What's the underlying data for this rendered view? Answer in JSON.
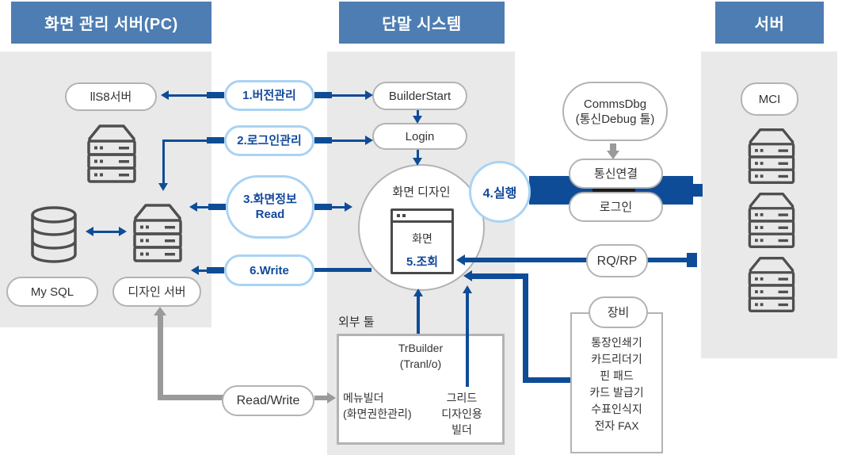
{
  "headers": {
    "left": "화면 관리 서버(PC)",
    "center": "단말 시스템",
    "right": "서버"
  },
  "pc_column": {
    "iis8": "llS8서버",
    "mysql": "My SQL",
    "design_server": "디자인 서버"
  },
  "flow_steps": {
    "step1": "1.버전관리",
    "step2": "2.로그인관리",
    "step3_line1": "3.화면정보",
    "step3_line2": "Read",
    "step4": "4.실행",
    "step5": "5.조회",
    "step6": "6.Write",
    "read_write": "Read/Write"
  },
  "terminal": {
    "builder_start": "BuilderStart",
    "login": "Login",
    "screen_design": "화면 디자인",
    "window_title": "화면",
    "external_tools_label": "외부 툴",
    "trbuilder_line1": "TrBuilder",
    "trbuilder_line2": "(Tranl/o)",
    "menu_builder_line1": "메뉴빌더",
    "menu_builder_line2": "(화면권한관리)",
    "grid_builder_line1": "그리드",
    "grid_builder_line2": "디자인용",
    "grid_builder_line3": "빌더"
  },
  "comm": {
    "commsdbg_line1": "CommsDbg",
    "commsdbg_line2": "(통신Debug 툴)",
    "connect": "통신연결",
    "login": "로그인",
    "rqrp": "RQ/RP",
    "devices_title": "장비",
    "devices": [
      "통장인쇄기",
      "카드리더기",
      "핀 패드",
      "카드 발급기",
      "수표인식지",
      "전자 FAX"
    ]
  },
  "server_column": {
    "mci": "MCI"
  },
  "colors": {
    "header_bg": "#4d7db2",
    "column_bg": "#e9e9e9",
    "accent_blue": "#0f4c97",
    "light_blue_border": "#a9d3f4",
    "blue_text": "#11499c",
    "gray_border": "#b3b3b3",
    "gray_arrow": "#9a9a9a",
    "icon_stroke": "#4f4f4f",
    "black_line": "#1a1a1a"
  }
}
